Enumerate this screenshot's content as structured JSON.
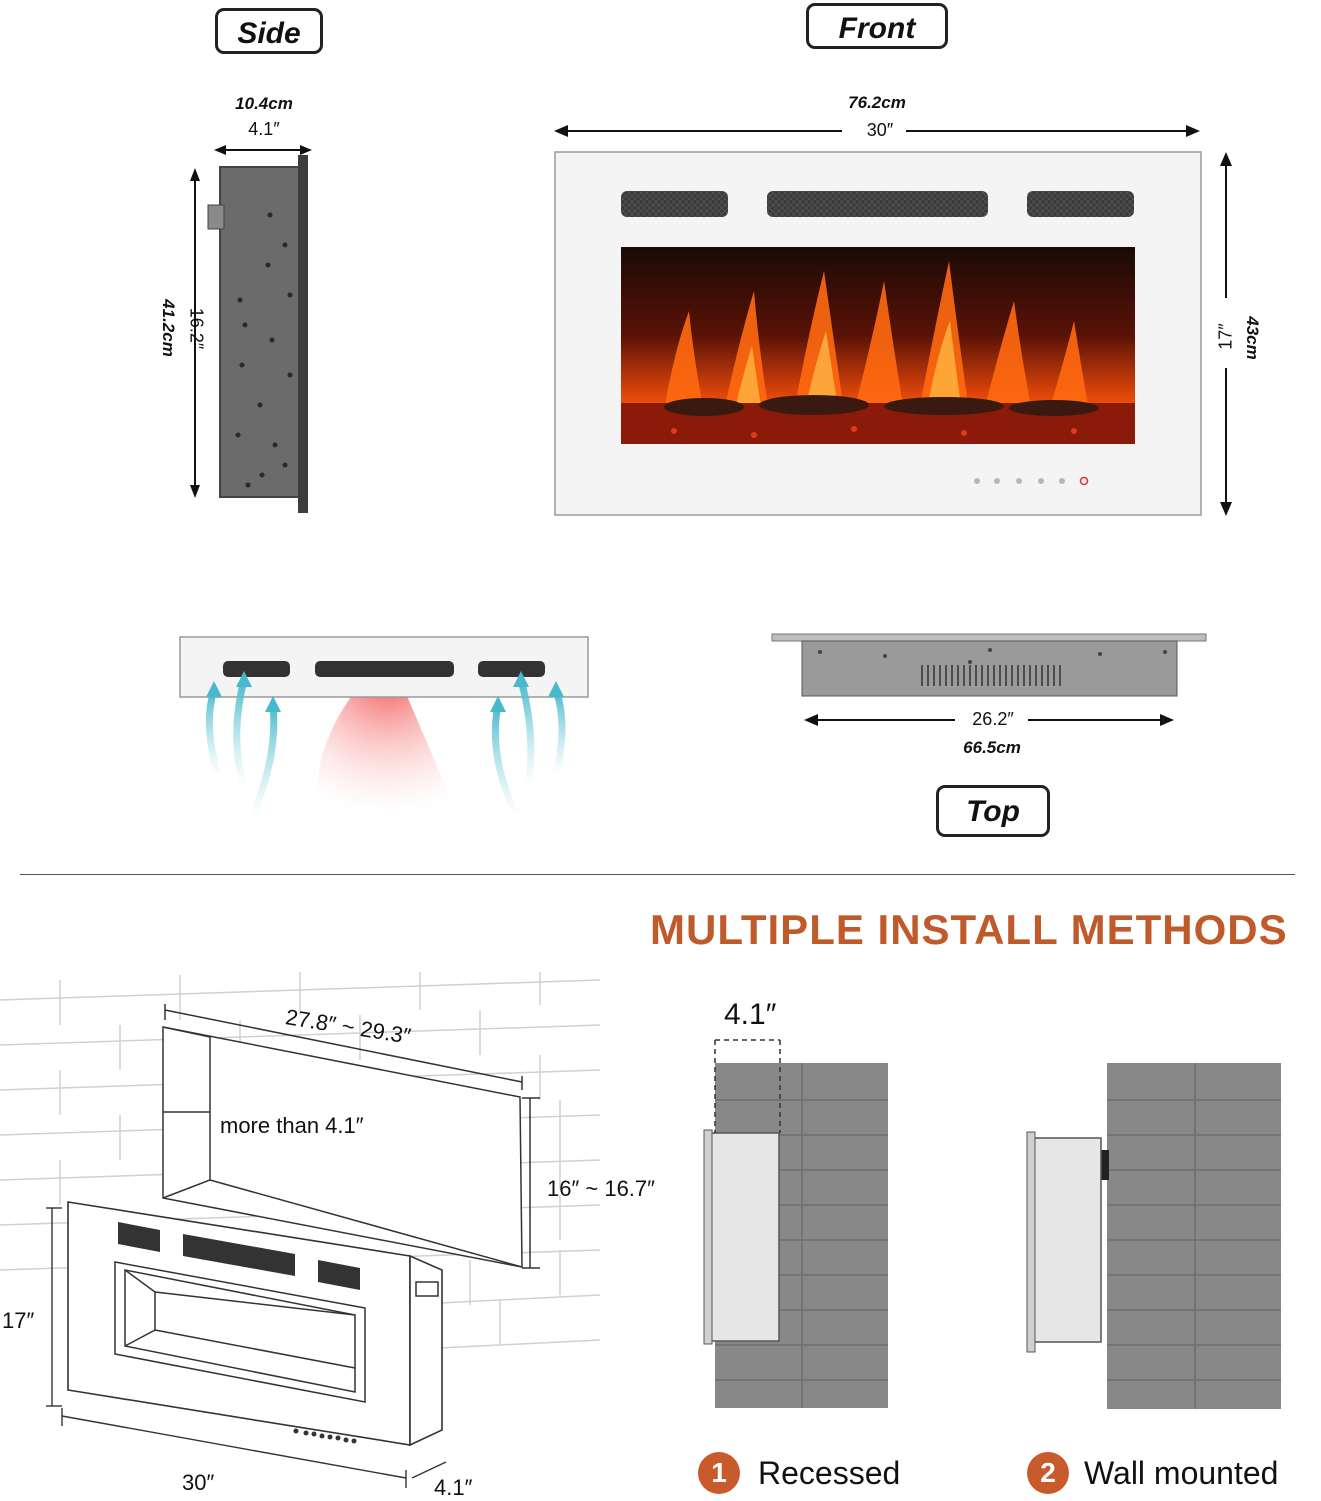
{
  "views": {
    "side": "Side",
    "front": "Front",
    "top": "Top"
  },
  "side_dims": {
    "depth_cm": "10.4cm",
    "depth_in": "4.1″",
    "height_cm": "41.2cm",
    "height_in": "16.2″"
  },
  "front_dims": {
    "width_cm": "76.2cm",
    "width_in": "30″",
    "height_cm": "43cm",
    "height_in": "17″"
  },
  "top_dims": {
    "width_in": "26.2″",
    "width_cm": "66.5cm"
  },
  "install": {
    "heading": "MULTIPLE INSTALL METHODS",
    "opening_width": "27.8″ ~ 29.3″",
    "opening_depth": "more than 4.1″",
    "opening_height": "16″ ~ 16.7″",
    "unit_height": "17″",
    "unit_width": "30″",
    "unit_depth": "4.1″",
    "recess_depth": "4.1″",
    "method1_num": "1",
    "method1_label": "Recessed",
    "method2_num": "2",
    "method2_label": "Wall mounted"
  },
  "colors": {
    "accent": "#c05a2a",
    "badge": "#c95a2c",
    "panel": "#6d6d6d",
    "frame": "#f4f4f4"
  }
}
